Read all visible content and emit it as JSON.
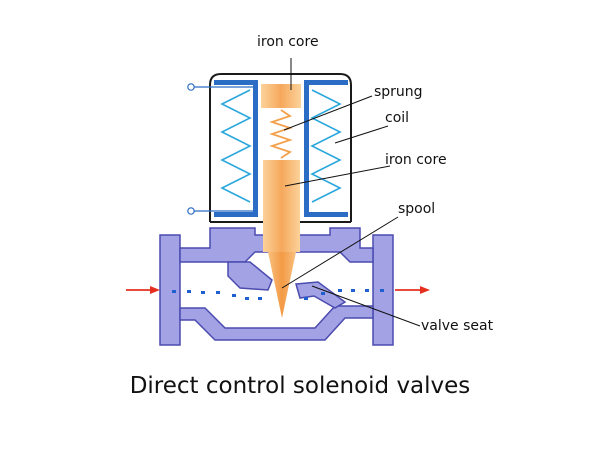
{
  "labels": {
    "iron_core_top": "iron core",
    "sprung": "sprung",
    "coil": "coil",
    "iron_core_mid": "iron core",
    "spool": "spool",
    "valve_seat": "valve seat"
  },
  "caption": "Direct control solenoid valves",
  "colors": {
    "housing": "#1a1a1a",
    "coil_plate": "#2b6cc4",
    "spring": "#2aa7dd",
    "core_light": "#fbd29a",
    "core_dark": "#f39a45",
    "spring_core": "#f3a24b",
    "valve_body": "#a2a2e4",
    "valve_body_edge": "#4b4bb0",
    "flow_arrow": "#e53020",
    "flow_dots": "#1f5fd0",
    "leader": "#111111"
  },
  "icons": [
    "terminal-icon",
    "flow-arrow-icon"
  ]
}
